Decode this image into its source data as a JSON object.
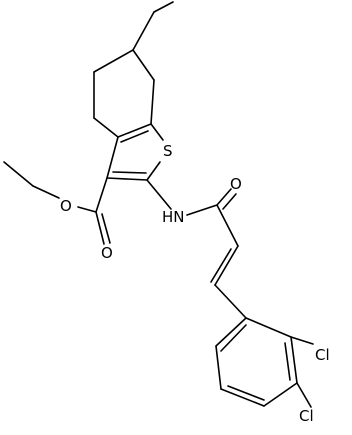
{
  "molecule": {
    "atoms": {
      "sulfur": "S",
      "carbonyl_oxygen_amide": "O",
      "ester_oxygen": "O",
      "carbonyl_oxygen_ester": "O",
      "amide_nh": "HN",
      "chlorine_3": "Cl",
      "chlorine_4": "Cl"
    }
  }
}
